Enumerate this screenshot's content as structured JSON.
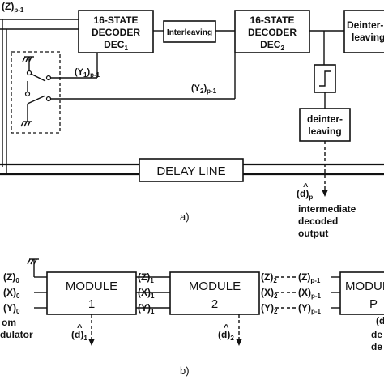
{
  "diagram_a": {
    "caption": "a)",
    "input_z": "(Z)",
    "input_z_sub": "p-1",
    "dec1_line1": "16-STATE",
    "dec1_line2": "DECODER",
    "dec1_line3": "DEC",
    "dec1_sub": "1",
    "interleaving": "Interleaving",
    "dec2_line1": "16-STATE",
    "dec2_line2": "DECODER",
    "dec2_line3": "DEC",
    "dec2_sub": "2",
    "deint_top_line1": "Deinter-",
    "deint_top_line2": "leaving",
    "y1": "(Y",
    "y1_sub1": "1",
    "y1_close": ")",
    "y1_sub2": "p-1",
    "y2": "(Y",
    "y2_sub1": "2",
    "y2_close": ")",
    "y2_sub2": "p-1",
    "deint_mid_line1": "deinter-",
    "deint_mid_line2": "leaving",
    "delay_line": "DELAY LINE",
    "out_d": "(d)",
    "out_d_sub": "p",
    "out_hat": "^",
    "out_text_1": "intermediate",
    "out_text_2": "decoded",
    "out_text_3": "output"
  },
  "diagram_b": {
    "caption": "b)",
    "in_z": "(Z)",
    "in_z_sub": "0",
    "in_x": "(X)",
    "in_x_sub": "0",
    "in_y": "(Y)",
    "in_y_sub": "0",
    "from_1": "om",
    "from_2": "dulator",
    "module1_line1": "MODULE",
    "module1_line2": "1",
    "module2_line1": "MODULE",
    "module2_line2": "2",
    "module3_line1": "MODULE",
    "module3_line2": "P",
    "m1_z": "(Z)",
    "m1_z_sub": "1",
    "m1_x": "(X)",
    "m1_x_sub": "1",
    "m1_y": "(Y)",
    "m1_y_sub": "1",
    "m2_z": "(Z)",
    "m2_z_sub": "2",
    "m2_x": "(X)",
    "m2_x_sub": "2",
    "m2_y": "(Y)",
    "m2_y_sub": "2",
    "m3_z": "(Z)",
    "m3_z_sub": "p-1",
    "m3_x": "(X)",
    "m3_x_sub": "p-1",
    "m3_y": "(Y)",
    "m3_y_sub": "p-1",
    "d1": "(d)",
    "d1_sub": "1",
    "d2": "(d)",
    "d2_sub": "2",
    "d_hat": "^",
    "dp_open": "(d",
    "right_de_1": "de",
    "right_de_2": "de"
  }
}
